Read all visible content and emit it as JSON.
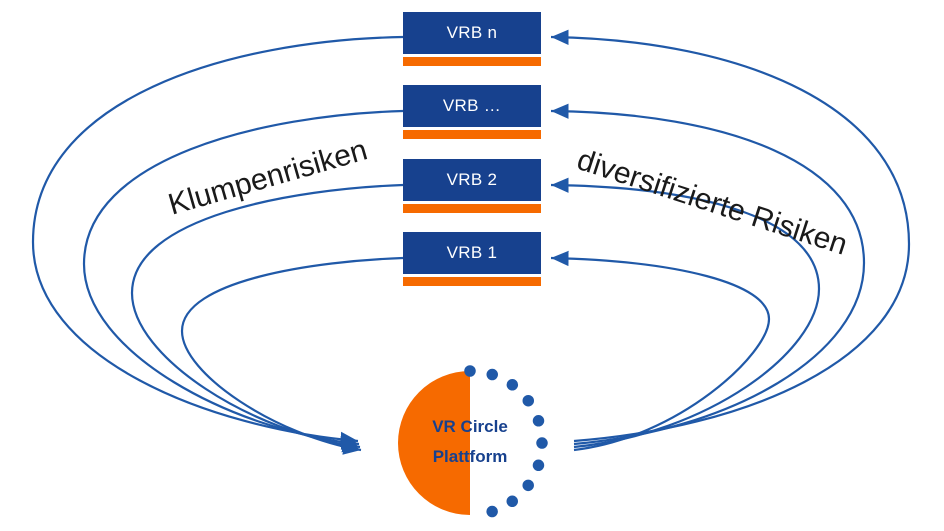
{
  "boxes": [
    {
      "label": "VRB n"
    },
    {
      "label": "VRB …"
    },
    {
      "label": "VRB 2"
    },
    {
      "label": "VRB 1"
    }
  ],
  "flow_labels": {
    "left": "Klumpenrisiken",
    "right": "diversifizierte Risiken"
  },
  "platform": {
    "line1": "VR Circle",
    "line2": "Plattform"
  },
  "colors": {
    "box_blue": "#17418e",
    "accent_orange": "#f66a00",
    "arrow_blue": "#2059a8",
    "label_text": "#1a1a1a"
  }
}
